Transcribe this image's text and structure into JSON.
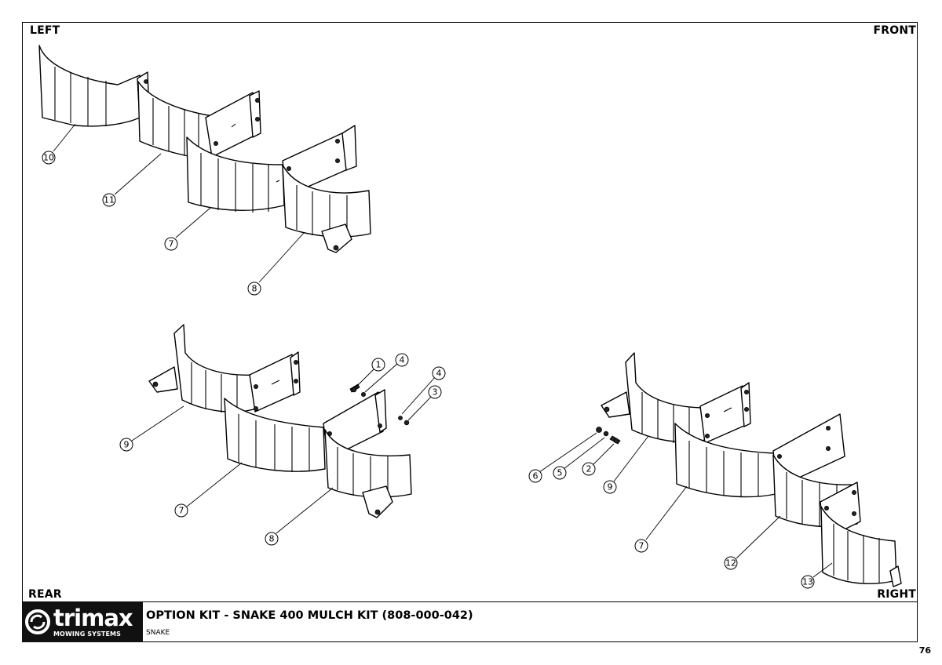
{
  "labels": {
    "left": "LEFT",
    "front": "FRONT",
    "rear": "REAR",
    "right": "RIGHT"
  },
  "title_block": {
    "logo_word": "trimax",
    "logo_sub": "MOWING SYSTEMS",
    "title": "OPTION KIT - SNAKE 400 MULCH KIT (808-000-042)",
    "subtitle": "SNAKE"
  },
  "page_number": "76",
  "callouts": {
    "top_view": [
      "10",
      "11",
      "7",
      "8"
    ],
    "left_view": [
      "1",
      "4",
      "4",
      "3",
      "9",
      "7",
      "8"
    ],
    "right_view": [
      "6",
      "5",
      "2",
      "9",
      "7",
      "12",
      "13"
    ]
  }
}
